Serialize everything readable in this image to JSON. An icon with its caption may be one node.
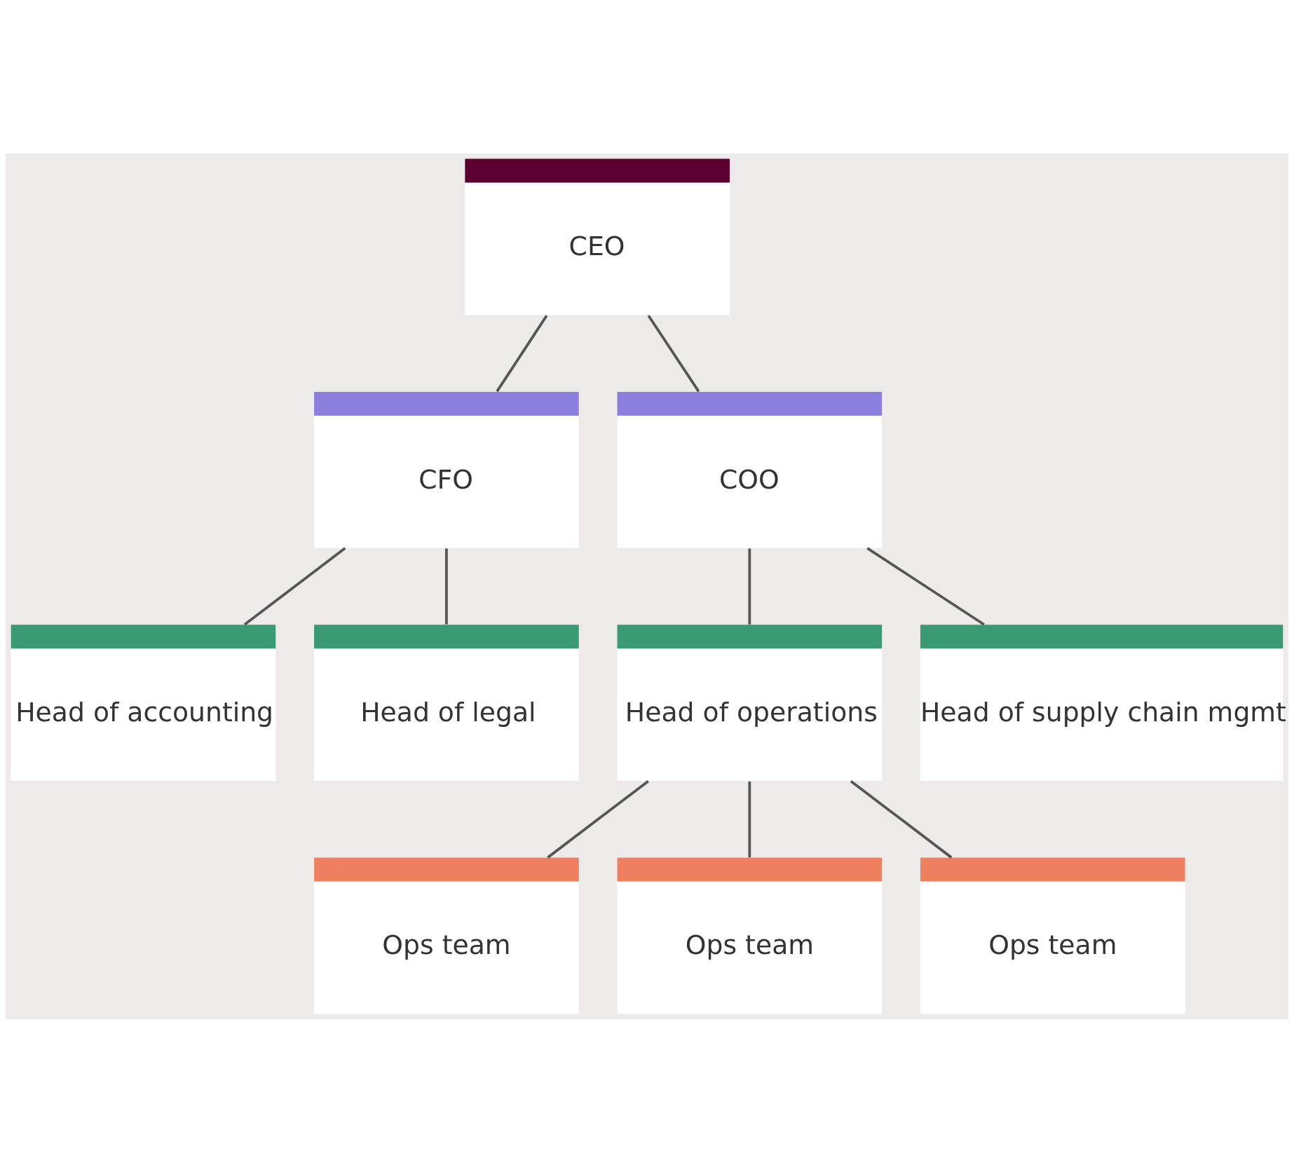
{
  "diagram": {
    "nodes": [
      {
        "text": [
          "CEO"
        ]
      },
      {
        "text": [
          "CFO"
        ]
      },
      {
        "text": [
          "COO"
        ]
      },
      {
        "text": [
          "Head of accounting"
        ]
      },
      {
        "text": [
          "Head of legal"
        ]
      },
      {
        "text": [
          "Head of operations"
        ]
      },
      {
        "text": [
          "Head of supply chain mgmt"
        ]
      },
      {
        "text": [
          "Ops team"
        ]
      },
      {
        "text": [
          "Ops team"
        ]
      },
      {
        "text": [
          "Ops team"
        ]
      }
    ],
    "edges": [
      {
        "from": 0,
        "to": 1,
        "arrow": "none"
      },
      {
        "from": 0,
        "to": 2,
        "arrow": "none"
      },
      {
        "from": 1,
        "to": 3,
        "arrow": "none"
      },
      {
        "from": 1,
        "to": 4,
        "arrow": "none"
      },
      {
        "from": 2,
        "to": 5,
        "arrow": "none"
      },
      {
        "from": 2,
        "to": 6,
        "arrow": "none"
      },
      {
        "from": 5,
        "to": 7,
        "arrow": "none"
      },
      {
        "from": 5,
        "to": 8,
        "arrow": "none"
      },
      {
        "from": 5,
        "to": 9,
        "arrow": "none"
      }
    ]
  }
}
